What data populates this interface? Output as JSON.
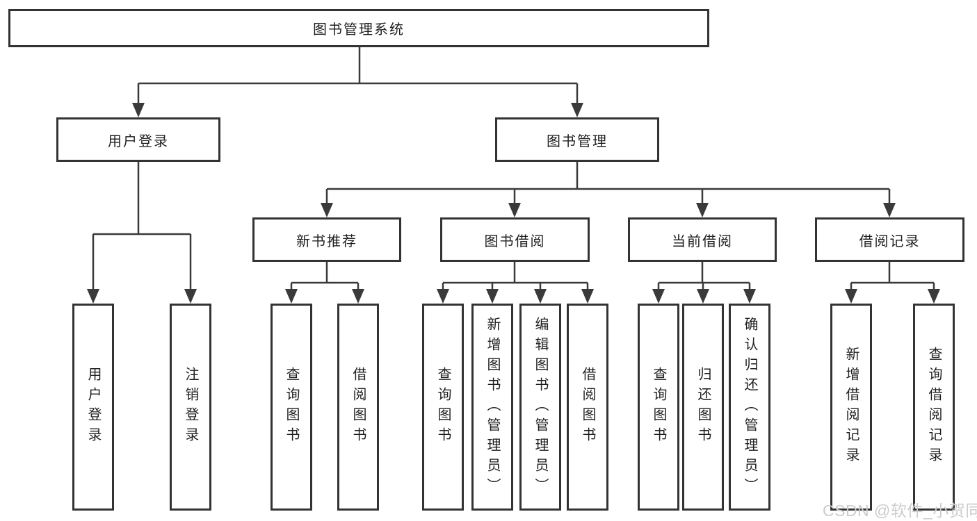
{
  "root": {
    "label": "图书管理系统"
  },
  "branches": {
    "user_login": {
      "label": "用户登录"
    },
    "book_management": {
      "label": "图书管理"
    }
  },
  "modules": {
    "new_book_recommend": {
      "label": "新书推荐"
    },
    "book_borrow": {
      "label": "图书借阅"
    },
    "current_borrow": {
      "label": "当前借阅"
    },
    "borrow_record": {
      "label": "借阅记录"
    }
  },
  "leaves": [
    {
      "parent": "用户登录",
      "label": "用户登录"
    },
    {
      "parent": "用户登录",
      "label": "注销登录"
    },
    {
      "parent": "新书推荐",
      "label": "查询图书"
    },
    {
      "parent": "新书推荐",
      "label": "借阅图书"
    },
    {
      "parent": "图书借阅",
      "label": "查询图书"
    },
    {
      "parent": "图书借阅",
      "label": "新增图书（管理员）"
    },
    {
      "parent": "图书借阅",
      "label": "编辑图书（管理员）"
    },
    {
      "parent": "图书借阅",
      "label": "借阅图书"
    },
    {
      "parent": "当前借阅",
      "label": "查询图书"
    },
    {
      "parent": "当前借阅",
      "label": "归还图书"
    },
    {
      "parent": "当前借阅",
      "label": "确认归还（管理员）"
    },
    {
      "parent": "借阅记录",
      "label": "新增借阅记录"
    },
    {
      "parent": "借阅记录",
      "label": "查询借阅记录"
    }
  ],
  "watermark": {
    "text": "CSDN @软件_小贺同学"
  },
  "colors": {
    "line": "#3a3a3a",
    "border": "#333333",
    "text": "#1f1f1f",
    "watermark": "#cccccc",
    "background": "#ffffff"
  }
}
